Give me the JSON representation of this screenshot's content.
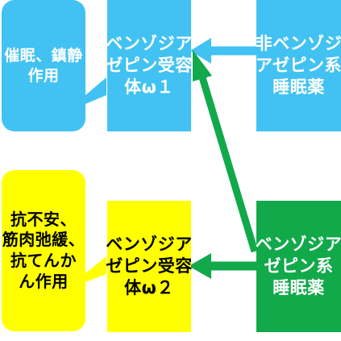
{
  "colors": {
    "blue": "#42C2F2",
    "yellow": "#FFFF00",
    "green": "#12A94B"
  },
  "nodes": {
    "omega1": {
      "lines": [
        "ベンゾジア",
        "ゼピン受容",
        "体ω１"
      ]
    },
    "non_bz": {
      "lines": [
        "非ベンゾジ",
        "アゼピン系",
        "睡眠薬"
      ]
    },
    "sedation": {
      "lines": [
        "催眠、鎮静",
        "作用"
      ]
    },
    "omega2": {
      "lines": [
        "ベンゾジア",
        "ゼピン受容",
        "体ω２"
      ]
    },
    "bz": {
      "lines": [
        "ベンゾジア",
        "ゼピン系",
        "睡眠薬"
      ]
    },
    "anxiolytic": {
      "lines": [
        "抗不安、",
        "筋肉弛緩、",
        "抗てんか",
        "ん作用"
      ]
    }
  }
}
